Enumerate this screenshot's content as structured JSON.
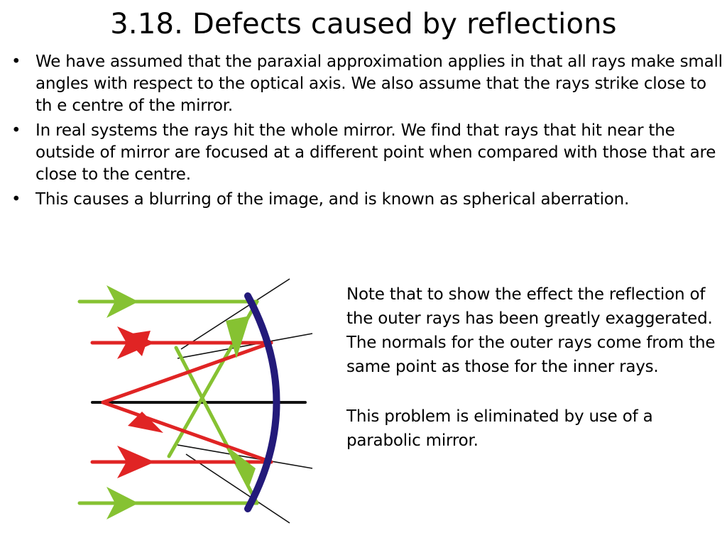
{
  "slide": {
    "title": "3.18. Defects caused by reflections",
    "bullet_symbol": "•",
    "bullets": [
      "We have assumed that the paraxial approximation applies in that all rays make small angles with respect to the optical axis. We also assume that the rays strike close to th e centre of the mirror.",
      "In real systems the rays hit the whole mirror. We find that rays that hit near the outside of mirror are focused at a different point when compared with those that are close to the centre.",
      "This causes a blurring of the image, and is known as spherical aberration."
    ],
    "notes": [
      "Note that to show the effect the reflection of the outer rays has been greatly exaggerated. The normals for the outer rays come from the same point as those for the inner rays.",
      "This problem is eliminated by use of a parabolic mirror."
    ]
  },
  "diagram": {
    "colors": {
      "outer_ray": "#86c232",
      "inner_ray": "#e02424",
      "mirror": "#231a7a",
      "axis": "#111111",
      "normal": "#111111"
    }
  }
}
